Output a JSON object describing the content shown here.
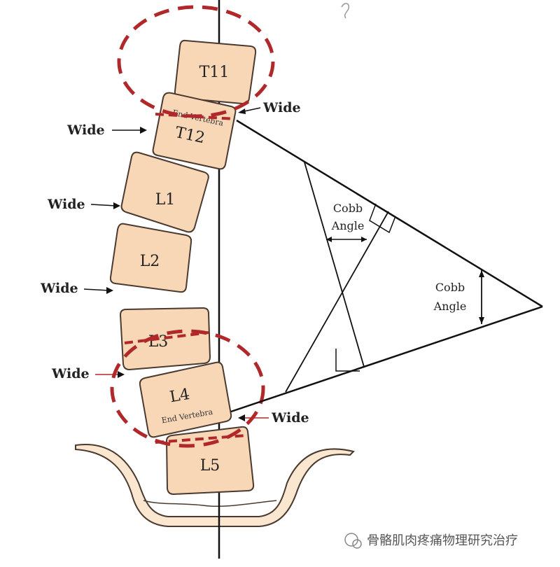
{
  "vertebrae": {
    "t11": "T11",
    "t12": "T12",
    "l1": "L1",
    "l2": "L2",
    "l3": "L3",
    "l4": "L4",
    "l5": "L5"
  },
  "end_vertebra_label": "End Vertebra",
  "wide_label": "Wide",
  "cobb_angle_label": {
    "line1": "Cobb",
    "line2": "Angle"
  },
  "watermark": "骨骼肌肉疼痛物理研究治疗",
  "colors": {
    "vertebra_fill": "#f8d7b6",
    "vertebra_stroke": "#4a3a30",
    "dashed_circle": "#b0282a",
    "line": "#111111",
    "pelvis_fill": "#fbe6cf"
  }
}
